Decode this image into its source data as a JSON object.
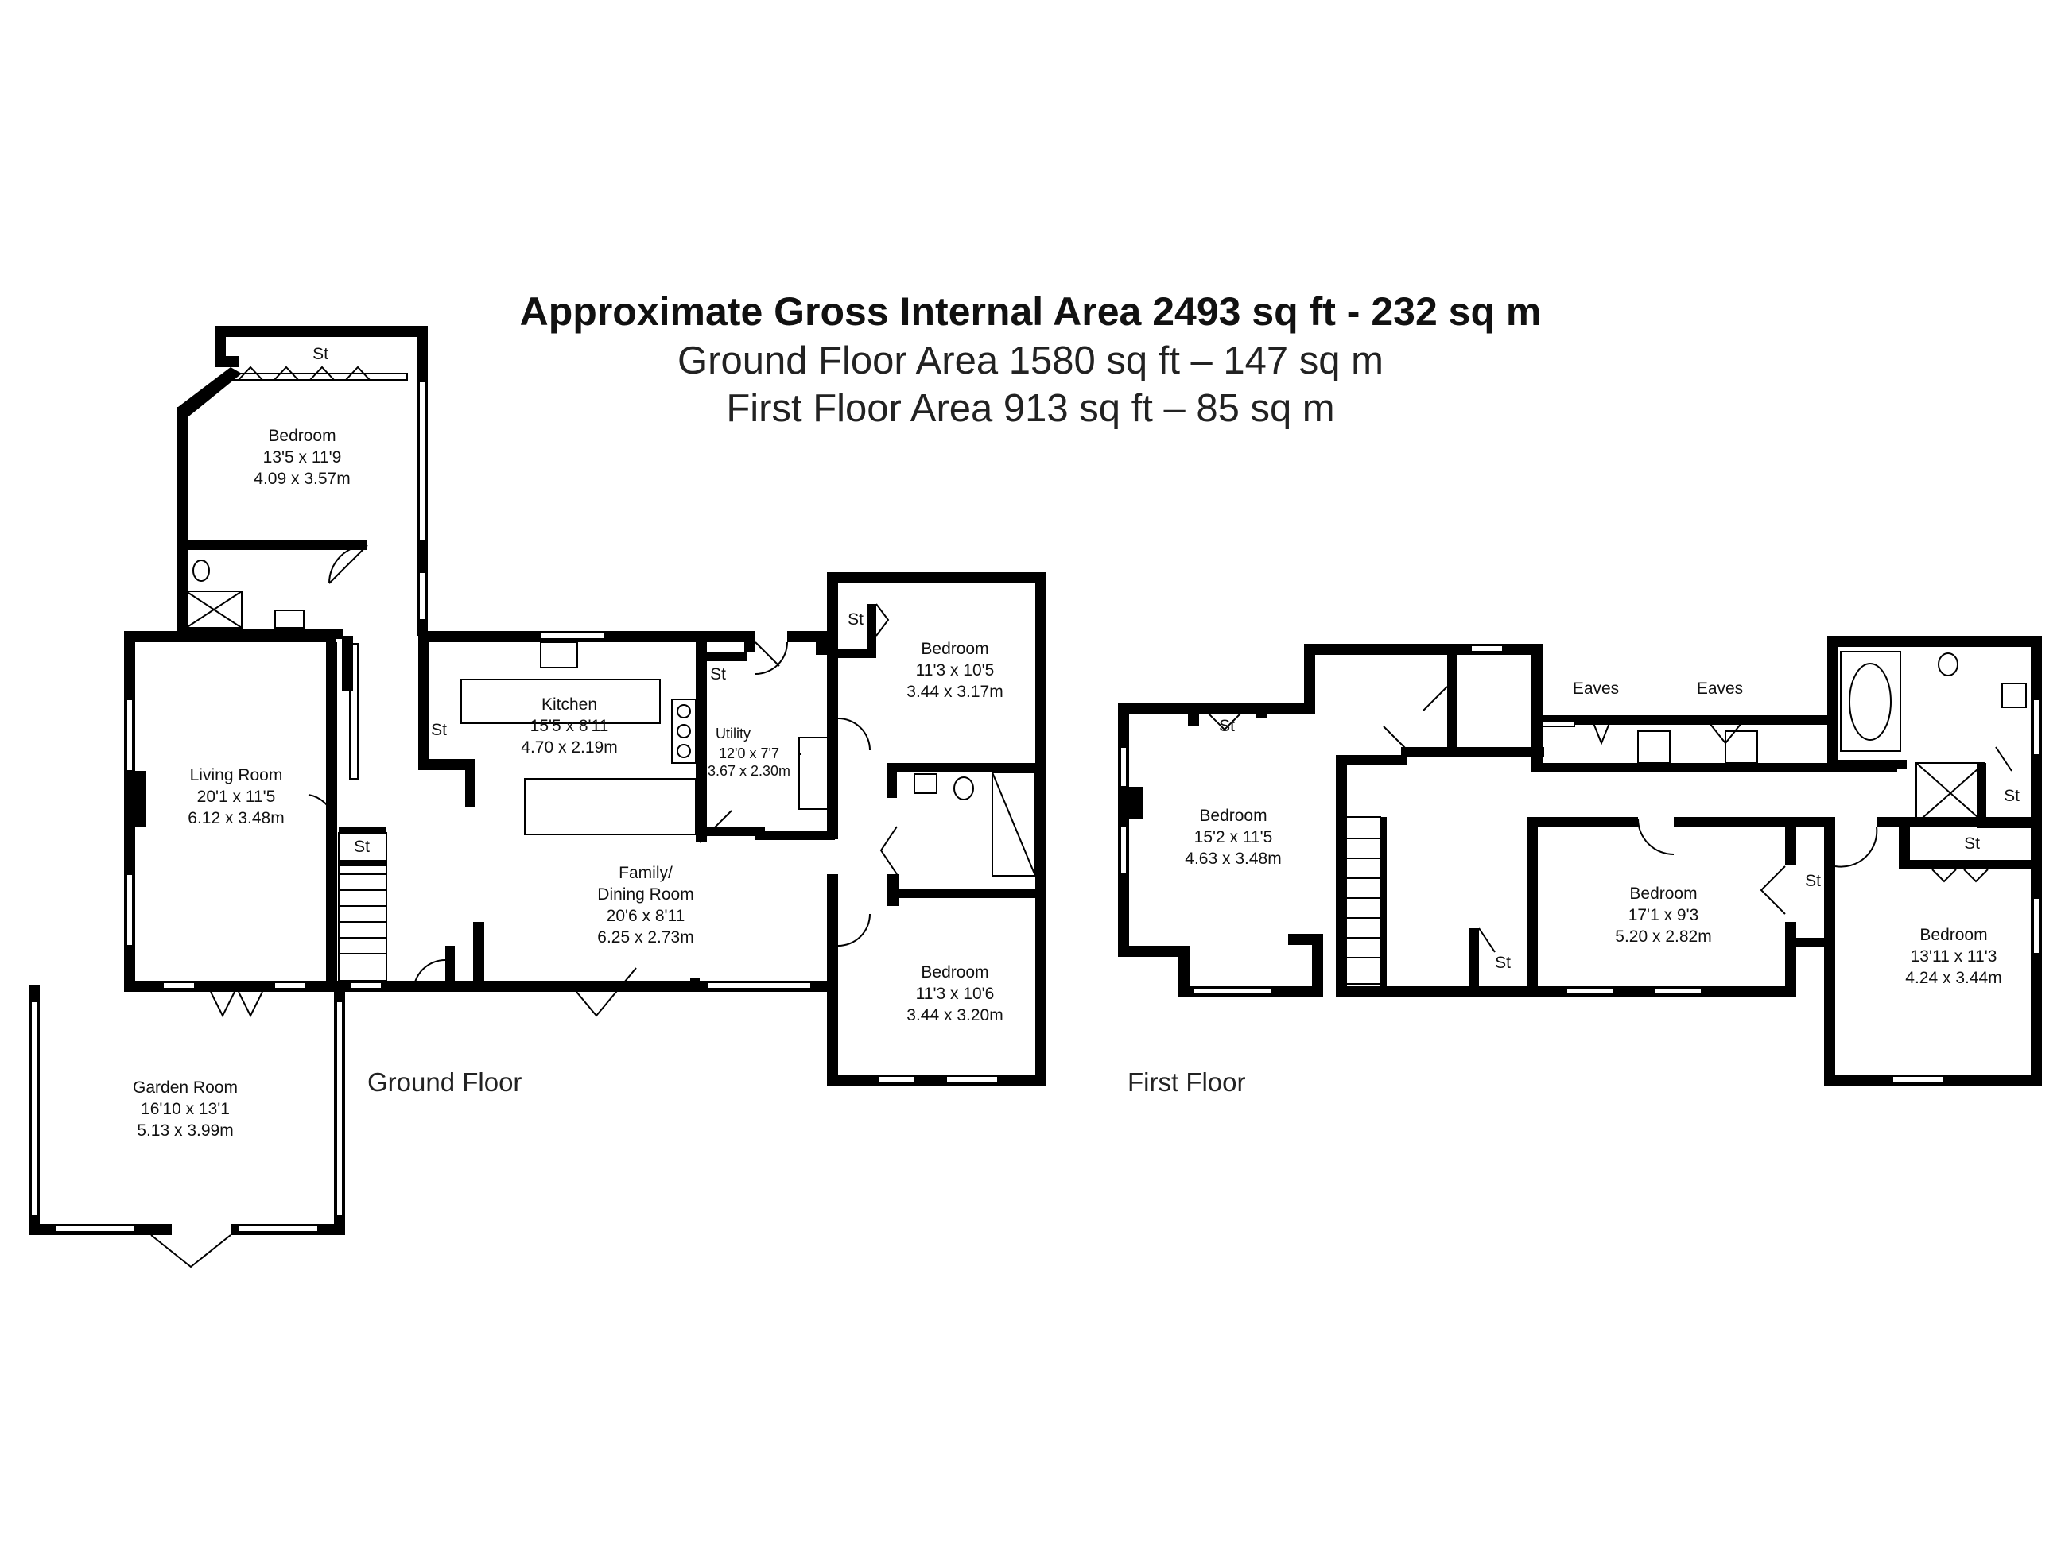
{
  "header": {
    "title": "Approximate Gross Internal Area 2493 sq ft - 232 sq m",
    "ground_area": "Ground Floor Area 1580 sq ft – 147 sq m",
    "first_area": "First Floor Area 913 sq ft – 85 sq m"
  },
  "ground_floor": {
    "label": "Ground Floor",
    "bedroom_1": {
      "name": "Bedroom",
      "imperial": "13'5 x 11'9",
      "metric": "4.09 x 3.57m"
    },
    "bedroom_2": {
      "name": "Bedroom",
      "imperial": "11'3 x 10'5",
      "metric": "3.44 x 3.17m"
    },
    "bedroom_3": {
      "name": "Bedroom",
      "imperial": "11'3 x 10'6",
      "metric": "3.44 x 3.20m"
    },
    "kitchen": {
      "name": "Kitchen",
      "imperial": "15'5 x 8'11",
      "metric": "4.70 x 2.19m"
    },
    "utility": {
      "name": "Utility",
      "imperial": "12'0 x 7'7",
      "metric": "3.67 x 2.30m"
    },
    "living_room": {
      "name": "Living Room",
      "imperial": "20'1 x 11'5",
      "metric": "6.12 x 3.48m"
    },
    "family_dining": {
      "name_1": "Family/",
      "name_2": "Dining Room",
      "imperial": "20'6 x 8'11",
      "metric": "6.25 x 2.73m"
    },
    "garden_room": {
      "name": "Garden Room",
      "imperial": "16'10 x 13'1",
      "metric": "5.13 x 3.99m"
    },
    "store_label": "St"
  },
  "first_floor": {
    "label": "First Floor",
    "bedroom_1": {
      "name": "Bedroom",
      "imperial": "15'2 x 11'5",
      "metric": "4.63 x 3.48m"
    },
    "bedroom_2": {
      "name": "Bedroom",
      "imperial": "17'1 x 9'3",
      "metric": "5.20 x 2.82m"
    },
    "bedroom_3": {
      "name": "Bedroom",
      "imperial": "13'11 x 11'3",
      "metric": "4.24 x 3.44m"
    },
    "eaves_label": "Eaves",
    "store_label": "St"
  },
  "colors": {
    "wall": "#000000",
    "background": "#ffffff"
  }
}
